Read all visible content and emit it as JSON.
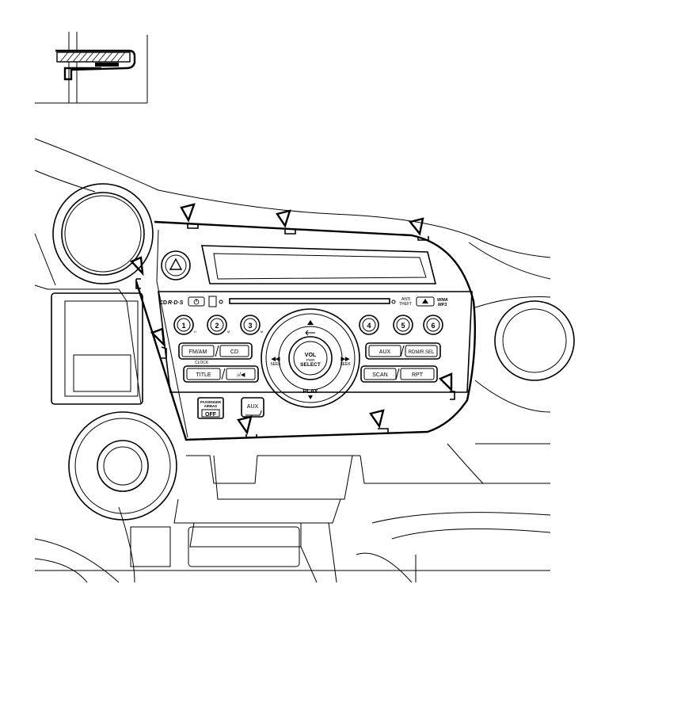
{
  "radio": {
    "brand_cd": "CD",
    "brand_rds": "R·D·S",
    "power_icon": "power-icon",
    "anti_theft": "ANTI\nTHEFT",
    "eject_icon": "eject-icon",
    "wma_mp3": "WMA\nMP3",
    "presets": [
      "1",
      "2",
      "3",
      "4",
      "5",
      "6"
    ],
    "preset_marks": [
      "H",
      "M",
      "M"
    ],
    "fm_am": "FM/AM",
    "cd": "CD",
    "clock": "CLOCK",
    "title": "TITLE",
    "folder_icon": "♪/◀",
    "aux": "AUX",
    "rdm_sel": "RDM/R.SEL",
    "scan": "SCAN",
    "rpt": "RPT",
    "seek_left": "SEEK",
    "seek_right": "SEEK",
    "vol": "VOL",
    "pwr": "PWR",
    "select": "SELECT",
    "play": "PLAY",
    "return_icon": "return-icon"
  },
  "passenger_airbag": {
    "line1": "PASSENGER",
    "line2": "AIRBAG",
    "status": "OFF"
  },
  "aux_jack": {
    "label": "AUX"
  }
}
